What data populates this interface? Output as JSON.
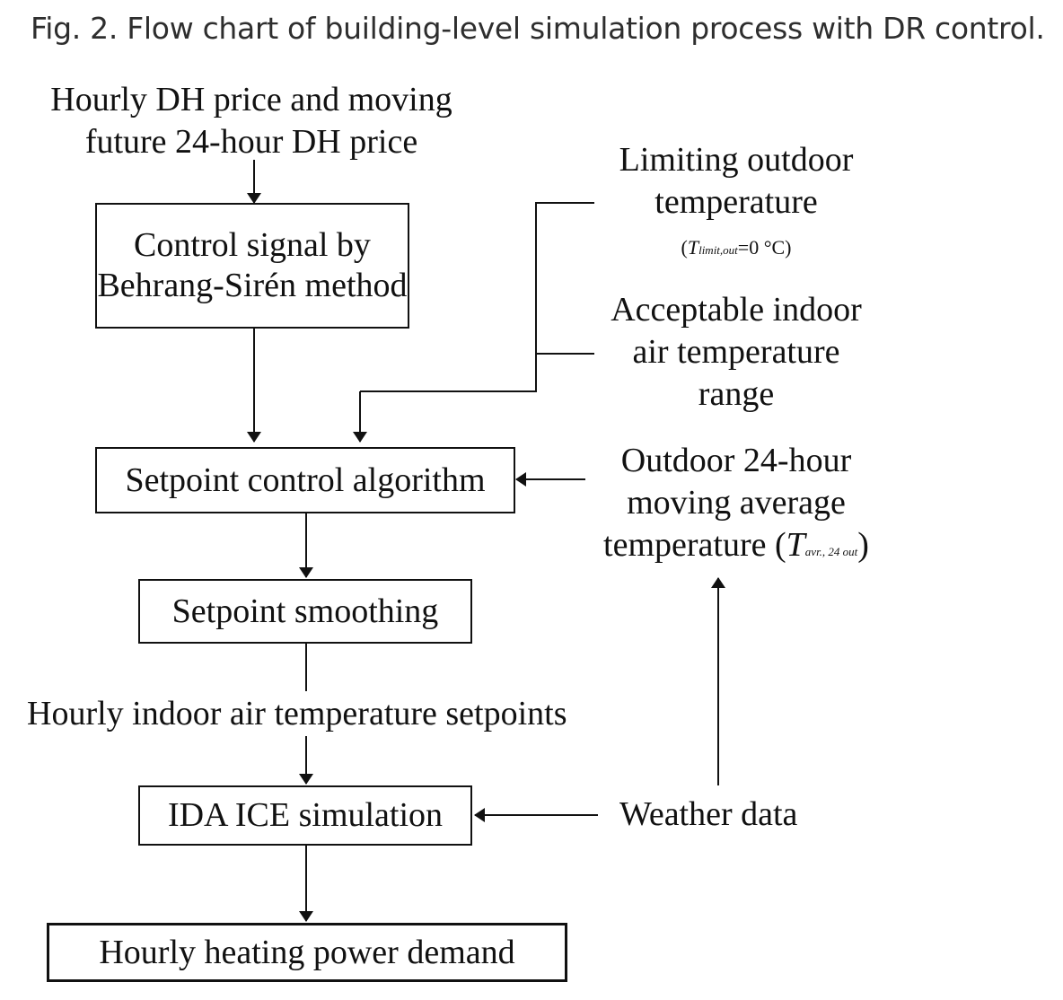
{
  "caption": "Fig. 2. Flow chart of building-level simulation process with DR control.",
  "inputs": {
    "dh_price_line1": "Hourly DH price and moving",
    "dh_price_line2": "future 24-hour DH price",
    "limit_line1": "Limiting outdoor",
    "limit_line2": "temperature",
    "limit_formula_T": "T",
    "limit_formula_sub": "limit,out",
    "limit_formula_rest": "=0 °C)",
    "limit_formula_open": "(",
    "indoor_line1": "Acceptable indoor",
    "indoor_line2": "air temperature",
    "indoor_line3": "range",
    "avg_line1": "Outdoor 24-hour",
    "avg_line2": "moving average",
    "avg_line3_prefix": "temperature (",
    "avg_T": "T",
    "avg_sub": "avr., 24 out",
    "avg_close": ")",
    "weather": "Weather data",
    "setpoints_label": "Hourly indoor air temperature setpoints"
  },
  "boxes": {
    "control_signal_line1": "Control signal by",
    "control_signal_line2": "Behrang-Sirén method",
    "setpoint_algorithm": "Setpoint control algorithm",
    "setpoint_smoothing": "Setpoint smoothing",
    "ida_ice": "IDA ICE simulation",
    "heating_demand": "Hourly heating power demand"
  }
}
